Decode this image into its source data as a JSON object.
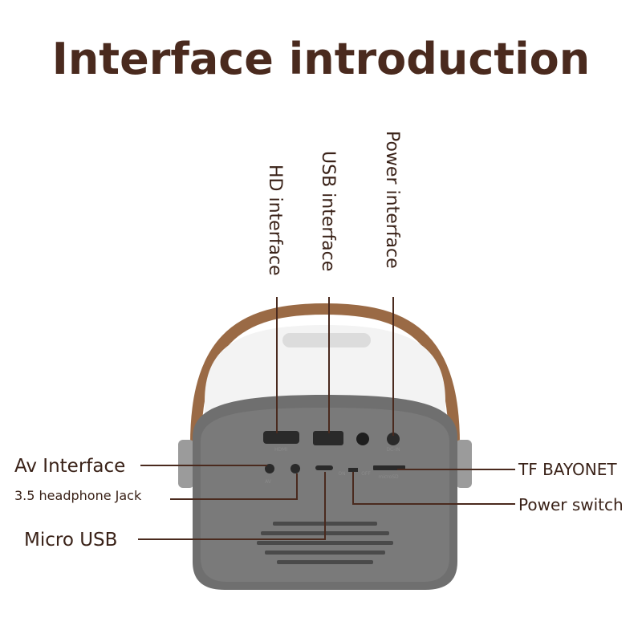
{
  "title": "Interface introduction",
  "callouts": {
    "hd": "HD interface",
    "usb": "USB interface",
    "power": "Power interface",
    "av": "Av Interface",
    "headphone": "3.5 headphone Jack",
    "micro_usb": "Micro USB",
    "tf": "TF BAYONET",
    "power_switch": "Power switch"
  },
  "device_labels": {
    "hdmi": "HDMI",
    "dc_in": "DC-IN",
    "av": "AV",
    "on": "ON",
    "off": "OFF",
    "microsd": "microSD"
  },
  "colors": {
    "text": "#4a2a1e",
    "handle": "#9a6a45",
    "body": "#6f6f6f"
  }
}
